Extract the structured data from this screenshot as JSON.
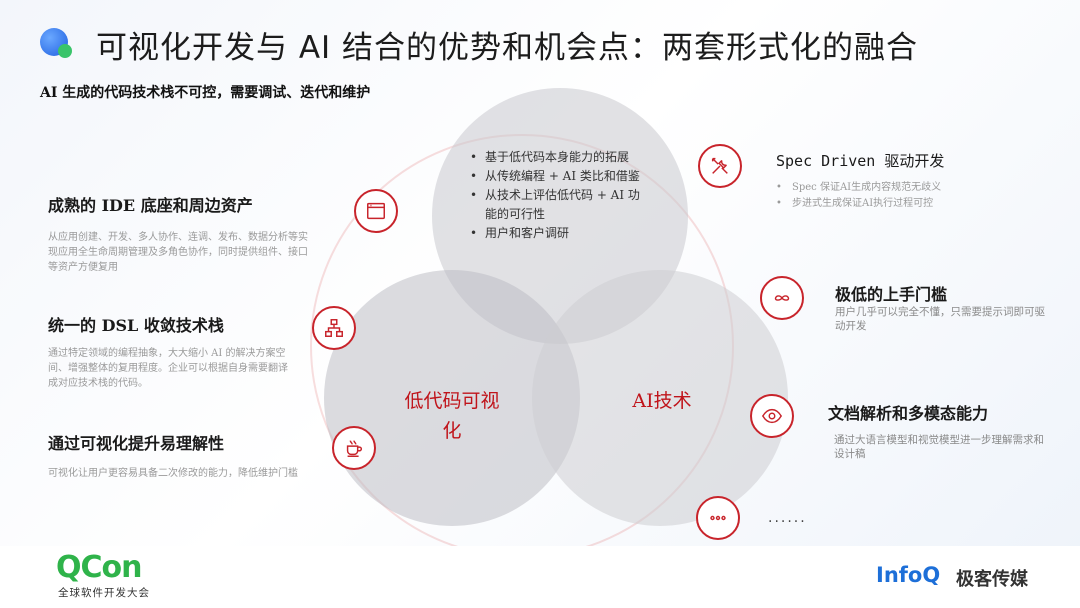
{
  "header": {
    "title": "可视化开发与 AI 结合的优势和机会点：两套形式化的融合",
    "subtitle": "AI 生成的代码技术栈不可控，需要调试、迭代和维护"
  },
  "venn": {
    "top_items": [
      "基于低代码本身能力的拓展",
      "从传统编程 + AI 类比和借鉴",
      "从技术上评估低代码 + AI 功能的可行性",
      "用户和客户调研"
    ],
    "left_label": "低代码可视化",
    "right_label": "AI技术"
  },
  "left_features": [
    {
      "icon": "browser-window-icon",
      "title": "成熟的 IDE 底座和周边资产",
      "desc": "从应用创建、开发、多人协作、连调、发布、数据分析等实现应用全生命周期管理及多角色协作，同时提供组件、接口等资产方便复用"
    },
    {
      "icon": "hierarchy-icon",
      "title": "统一的 DSL 收敛技术栈",
      "desc": "通过特定领域的编程抽象，大大缩小 AI 的解决方案空间、增强整体的复用程度。企业可以根据自身需要翻译成对应技术栈的代码。"
    },
    {
      "icon": "coffee-cup-icon",
      "title": "通过可视化提升易理解性",
      "desc": "可视化让用户更容易具备二次修改的能力，降低维护门槛"
    }
  ],
  "right_features": [
    {
      "icon": "tools-icon",
      "title": "Spec Driven 驱动开发",
      "bullets": [
        "Spec 保证AI生成内容规范无歧义",
        "步进式生成保证AI执行过程可控"
      ]
    },
    {
      "icon": "infinity-icon",
      "title": "极低的上手门槛",
      "desc": "用户几乎可以完全不懂，只需要提示词即可驱动开发"
    },
    {
      "icon": "eye-icon",
      "title": "文档解析和多模态能力",
      "desc": "通过大语言模型和视觉模型进一步理解需求和设计稿"
    },
    {
      "icon": "more-dots-icon",
      "title": "......"
    }
  ],
  "footer": {
    "left_logo": "QCon",
    "left_logo_sub": "全球软件开发大会",
    "right_logo": "InfoQ",
    "right_logo_cn": "极客传媒"
  },
  "colors": {
    "accent_red": "#c8242b",
    "qcon_green": "#2fb34a",
    "infoq_blue": "#1d6fd8"
  }
}
